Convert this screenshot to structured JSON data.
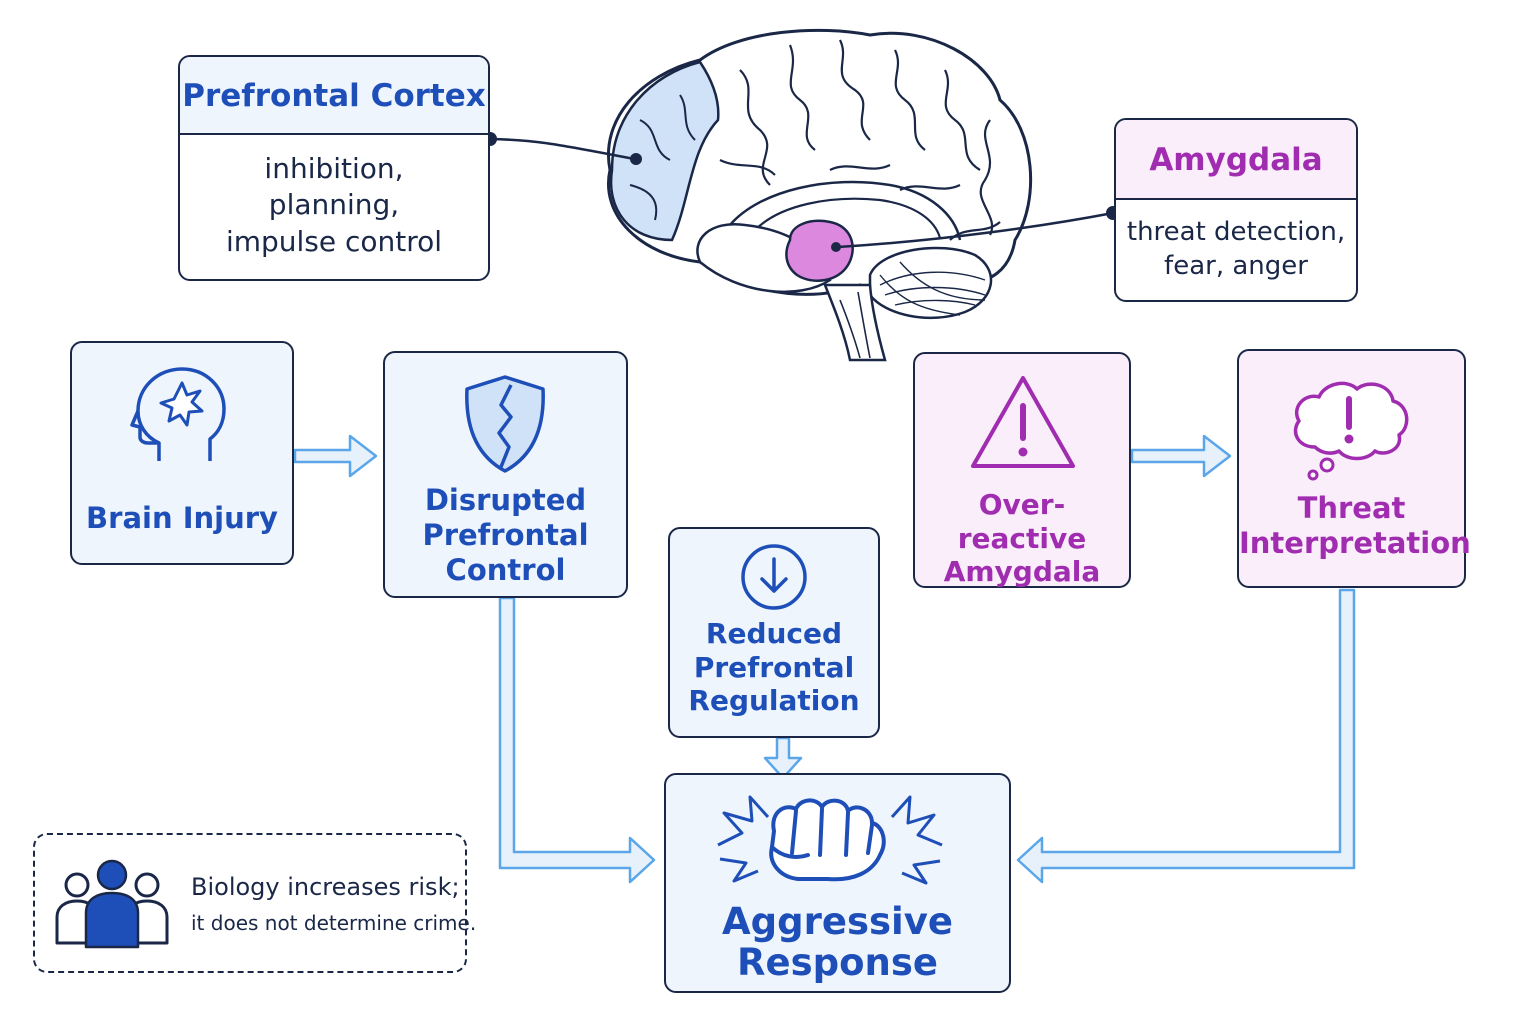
{
  "callouts": {
    "prefrontal": {
      "title": "Prefrontal Cortex",
      "lines": [
        "inhibition,",
        "planning,",
        "impulse control"
      ]
    },
    "amygdala": {
      "title": "Amygdala",
      "lines": [
        "threat detection,",
        "fear, anger"
      ]
    }
  },
  "nodes": {
    "brain_injury": "Brain Injury",
    "disrupted": [
      "Disrupted",
      "Prefrontal",
      "Control"
    ],
    "reduced": [
      "Reduced",
      "Prefrontal",
      "Regulation"
    ],
    "overreactive": [
      "Over-reactive",
      "Amygdala"
    ],
    "threat": [
      "Threat",
      "Interpretation"
    ],
    "aggressive": [
      "Aggressive",
      "Response"
    ]
  },
  "note": {
    "line1": "Biology increases risk;",
    "line2": "it does not determine crime."
  },
  "colors": {
    "blue_accent": "#1e4fb8",
    "pink_accent": "#a02cb0",
    "outline": "#1a2747",
    "arrow": "#5aa6e8"
  },
  "icons": [
    "head-burst-icon",
    "broken-shield-icon",
    "down-arrow-circle-icon",
    "warning-triangle-icon",
    "thought-bubble-alert-icon",
    "fist-impact-icon",
    "people-group-icon"
  ]
}
